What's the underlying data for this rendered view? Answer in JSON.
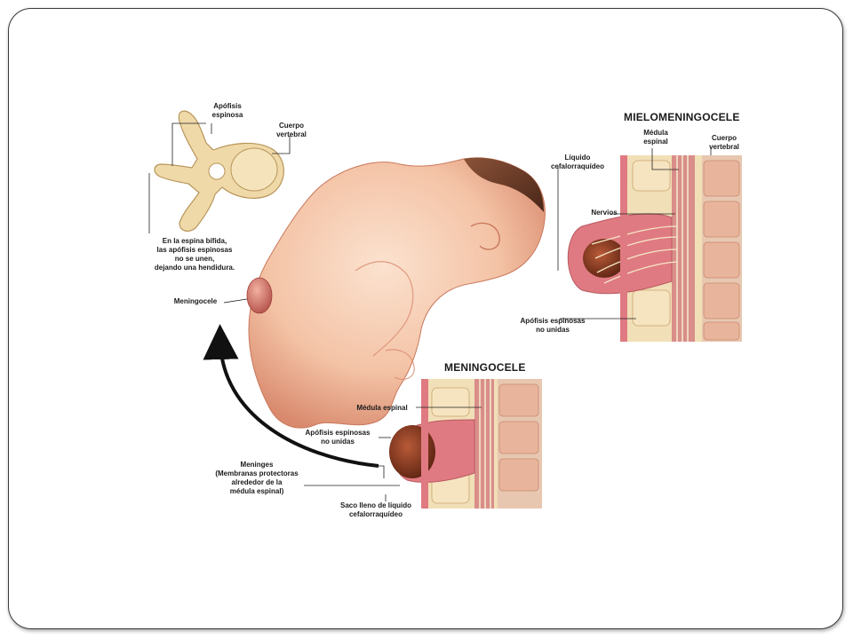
{
  "slide": {
    "titles": {
      "myelo": "MIELOMENINGOCELE",
      "meningo": "MENINGOCELE"
    },
    "vertebra_labels": {
      "spinous": "Apófisis\nespinosa",
      "body": "Cuerpo\nvertebral",
      "bifida": "En la espina bífida,\nlas apófisis espinosas\nno se unen,\ndejando una hendidura."
    },
    "baby_labels": {
      "meningocele": "Meningocele"
    },
    "myelo_labels": {
      "spinal_cord": "Médula\nespinal",
      "body": "Cuerpo\nvertebral",
      "csf": "Líquido\ncefalorraquídeo",
      "nerves": "Nervios",
      "unfused": "Apófisis espinosas\nno unidas"
    },
    "meningo_labels": {
      "spinal_cord": "Médula espinal",
      "unfused": "Apófisis espinosas\nno unidas",
      "meninges": "Meninges\n(Membranas protectoras\nalrededor de la\nmédula espinal)",
      "sac": "Saco lleno de líquido\ncefalorraquídeo"
    },
    "colors": {
      "skin": "#f4c3a6",
      "skin_shadow": "#d98a6e",
      "bone": "#efd9a8",
      "sac": "#8b3a22",
      "membrane": "#e07a82",
      "hair": "#6b3a28"
    }
  }
}
